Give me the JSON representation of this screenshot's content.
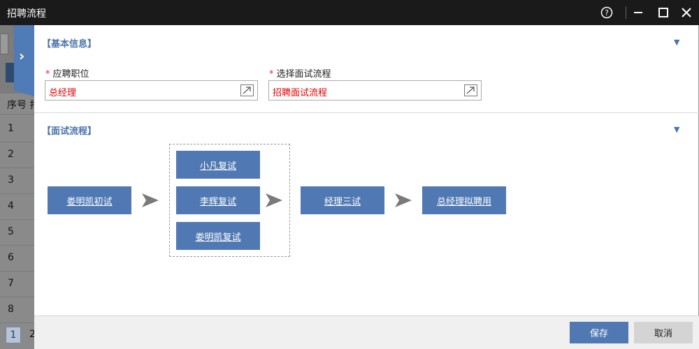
{
  "window": {
    "title": "招聘流程",
    "help_glyph": "?",
    "minimize_glyph": "—",
    "close_glyph": "✕"
  },
  "background_list": {
    "header": "序号 打",
    "rows": [
      "1",
      "2",
      "3",
      "4",
      "5",
      "6",
      "7",
      "8"
    ],
    "pages": [
      "1",
      "2"
    ]
  },
  "side_toggle_glyph": "›",
  "basic_info": {
    "title": "【基本信息】",
    "collapse_glyph": "▼",
    "position": {
      "label": "应聘职位",
      "required_mark": "*",
      "value": "总经理"
    },
    "process": {
      "label": "选择面试流程",
      "required_mark": "*",
      "value": "招聘面试流程"
    }
  },
  "interview_flow": {
    "title": "【面试流程】",
    "collapse_glyph": "▼",
    "stage1": "娄明凯初试",
    "stage2": [
      "小凡复试",
      "李辉复试",
      "娄明凯复试"
    ],
    "stage3": "经理三试",
    "stage4": "总经理拟聘用"
  },
  "footer": {
    "save_label": "保存",
    "cancel_label": "取消"
  },
  "colors": {
    "accent": "#5079b3",
    "required": "#e10000",
    "titlebar": "#1a1a1a"
  }
}
